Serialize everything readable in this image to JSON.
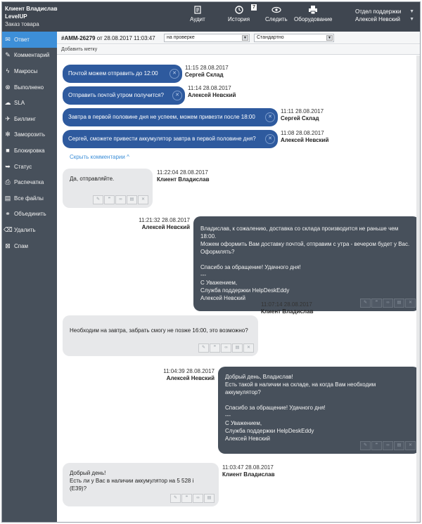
{
  "header": {
    "client_name": "Клиент Владислав",
    "client_company": "LevelUP",
    "client_order": "Заказ товара",
    "tools": [
      {
        "label": "Аудит",
        "icon": "audit-icon"
      },
      {
        "label": "История",
        "icon": "history-icon",
        "badge": "7"
      },
      {
        "label": "Следить",
        "icon": "eye-icon"
      },
      {
        "label": "Оборудование",
        "icon": "printer-icon"
      }
    ],
    "department": "Отдел поддержки",
    "agent": "Алексей Невский"
  },
  "sidebar": {
    "items": [
      {
        "label": "Ответ",
        "icon": "reply-icon"
      },
      {
        "label": "Комментарий",
        "icon": "comment-icon"
      },
      {
        "label": "Макросы",
        "icon": "macro-icon"
      },
      {
        "label": "Выполнено",
        "icon": "done-icon"
      },
      {
        "label": "SLA",
        "icon": "sla-icon"
      },
      {
        "label": "Биллинг",
        "icon": "billing-icon"
      },
      {
        "label": "Заморозить",
        "icon": "snowflake-icon"
      },
      {
        "label": "Блокировка",
        "icon": "lock-icon"
      },
      {
        "label": "Статус",
        "icon": "status-icon"
      },
      {
        "label": "Распечатка",
        "icon": "print-icon"
      },
      {
        "label": "Все файлы",
        "icon": "files-icon"
      },
      {
        "label": "Объединить",
        "icon": "merge-icon"
      },
      {
        "label": "Удалить",
        "icon": "delete-icon"
      },
      {
        "label": "Спам",
        "icon": "spam-icon"
      }
    ]
  },
  "ticket": {
    "id": "#AMM-26279",
    "date_text": "от 28.08.2017 11:03:47",
    "status": "на проверке",
    "priority": "Стандартно",
    "add_label": "Добавить метку"
  },
  "comments": [
    {
      "text": "Почтой можем отправить до 12:00",
      "time": "11:15 28.08.2017",
      "author": "Сергей Склад"
    },
    {
      "text": "Отправить почтой утром получится?",
      "time": "11:14 28.08.2017",
      "author": "Алексей Невский"
    },
    {
      "text": "Завтра в первой половине дня не успеем, можем привезти после 18:00",
      "time": "11:11 28.08.2017",
      "author": "Сергей Склад"
    },
    {
      "text": "Сергей, сможете привести аккумулятор завтра в первой половине дня?",
      "time": "11:08 28.08.2017",
      "author": "Алексей Невский"
    }
  ],
  "hide_comments": "Скрыть комментарии ^",
  "messages": [
    {
      "side": "client",
      "time": "11:22:04 28.08.2017",
      "author": "Клиент Владислав",
      "lines": [
        "Да, отправляйте."
      ]
    },
    {
      "side": "agent",
      "time": "11:21:32 28.08.2017",
      "author": "Алексей Невский",
      "lines": [
        "Владислав, к сожалению, доставка со склада производится не раньше чем 18:00.",
        "Можем оформить Вам доставку почтой, отправим с утра - вечером будет у Вас.",
        "Оформлять?",
        "",
        "Спасибо за обращение! Удачного дня!",
        "---",
        "С Уважением,",
        "Служба поддержки HelpDeskEddy",
        "Алексей Невский"
      ]
    },
    {
      "side": "client",
      "time": "11:07:14 28.08.2017",
      "author": "Клиент Владислав",
      "lines": [
        "Необходим на завтра, забрать смогу не позже 16:00, это возможно?"
      ]
    },
    {
      "side": "agent",
      "time": "11:04:39 28.08.2017",
      "author": "Алексей Невский",
      "lines": [
        "Добрый день, Владислав!",
        "Есть такой в наличии на складе, на когда Вам необходим аккумулятор?",
        "",
        "Спасибо за обращение! Удачного дня!",
        "---",
        "С Уважением,",
        "Служба поддержки HelpDeskEddy",
        "Алексей Невский"
      ]
    },
    {
      "side": "client",
      "time": "11:03:47 28.08.2017",
      "author": "Клиент Владислав",
      "lines": [
        "Добрый день!",
        "Есть ли у Вас в наличии аккумулятор на 5 528 i (E39)?"
      ]
    }
  ],
  "colors": {
    "sidebar": "#47505b",
    "active": "#3d8fd8",
    "comment_pill": "#2e5a9e",
    "agent_bubble": "#47505b",
    "client_bubble": "#e7e8ea"
  }
}
